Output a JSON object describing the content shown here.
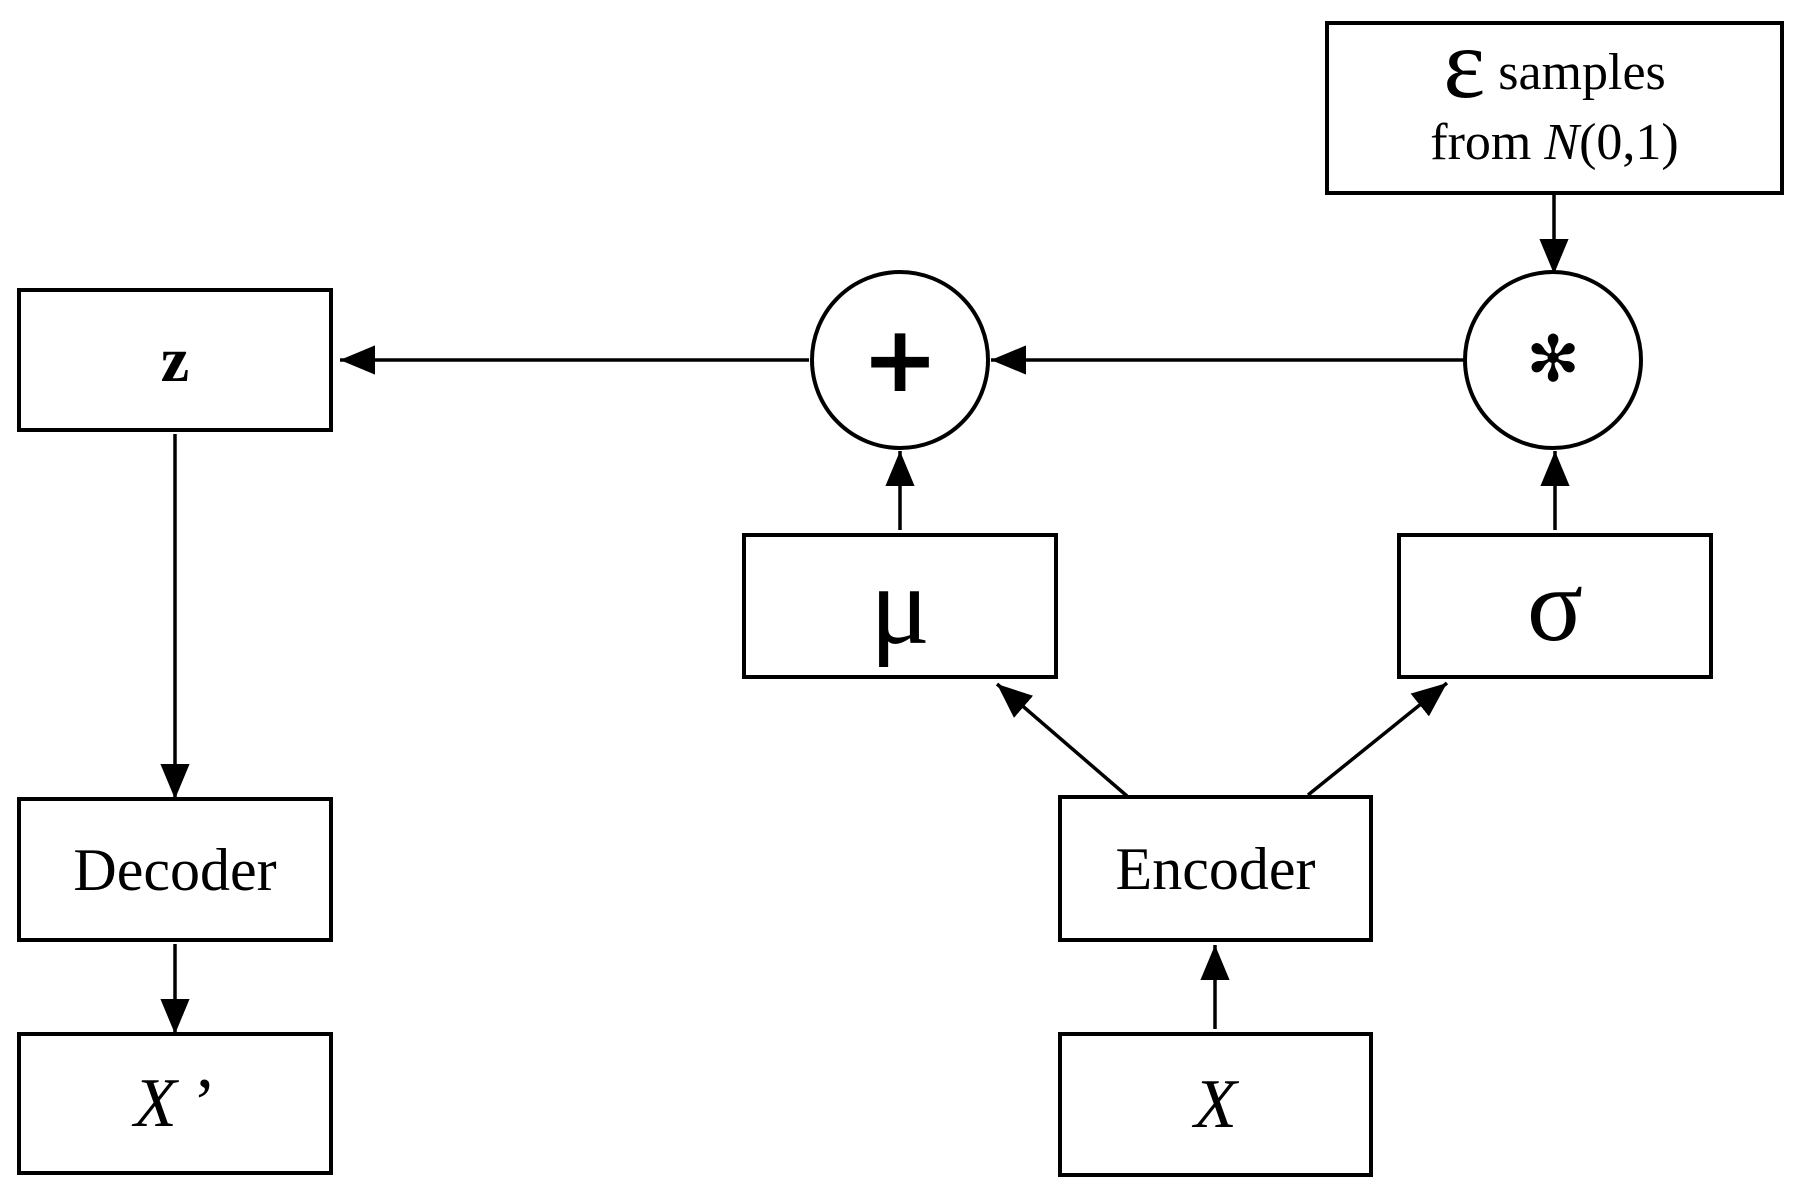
{
  "nodes": {
    "epsilon": {
      "symbol": "ε",
      "line1_text": " samples",
      "line2_prefix": "from ",
      "line2_var": "N",
      "line2_suffix": "(0,1)"
    },
    "multiply": {
      "symbol": "✻"
    },
    "plus": {
      "symbol": "+"
    },
    "z": {
      "label": "z"
    },
    "mu": {
      "label": "μ"
    },
    "sigma": {
      "label": "σ"
    },
    "decoder": {
      "label": "Decoder"
    },
    "encoder": {
      "label": "Encoder"
    },
    "x": {
      "label": "X"
    },
    "x_prime": {
      "label": "X",
      "prime": "’"
    }
  },
  "edges": [
    {
      "from": "epsilon-samples-box",
      "to": "multiply-circle"
    },
    {
      "from": "sigma-box",
      "to": "multiply-circle"
    },
    {
      "from": "multiply-circle",
      "to": "plus-circle"
    },
    {
      "from": "mu-box",
      "to": "plus-circle"
    },
    {
      "from": "plus-circle",
      "to": "z-box"
    },
    {
      "from": "z-box",
      "to": "decoder-box"
    },
    {
      "from": "decoder-box",
      "to": "x-prime-box"
    },
    {
      "from": "x-box",
      "to": "encoder-box"
    },
    {
      "from": "encoder-box",
      "to": "mu-box"
    },
    {
      "from": "encoder-box",
      "to": "sigma-box"
    }
  ],
  "colors": {
    "line": "#000000",
    "background": "#ffffff",
    "text": "#000000"
  }
}
